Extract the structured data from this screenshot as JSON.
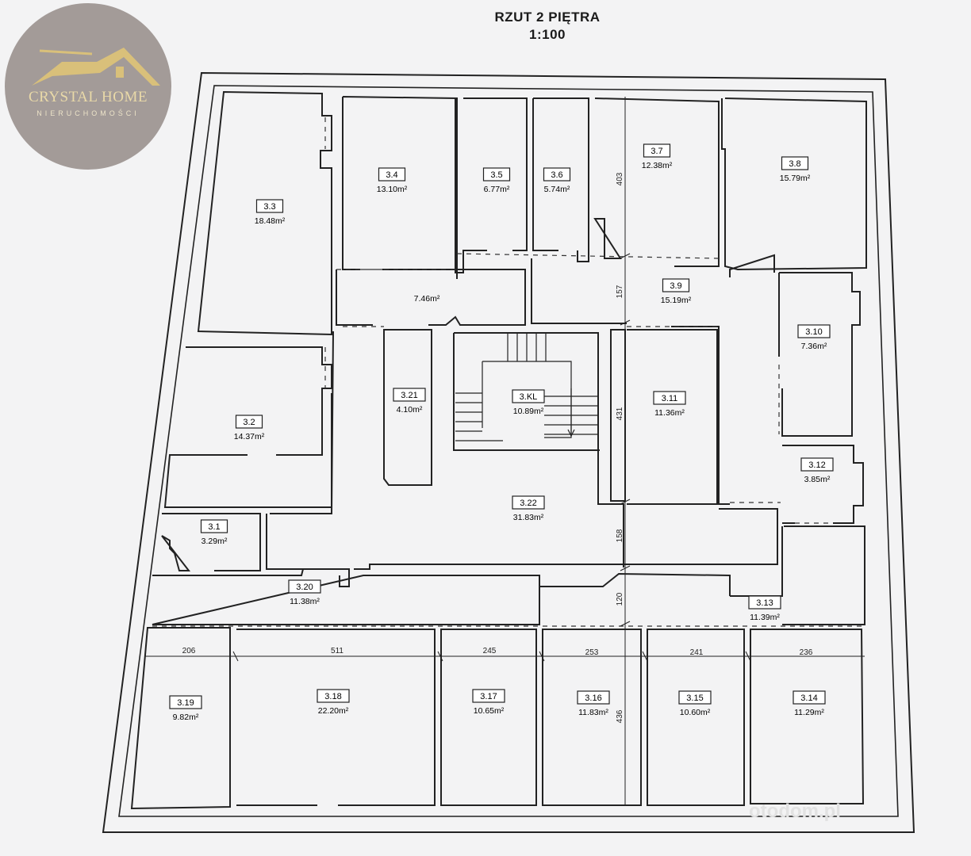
{
  "header": {
    "title": "RZUT 2 PIĘTRA",
    "scale": "1:100"
  },
  "logo": {
    "brand": "CRYSTAL HOME",
    "subtitle": "NIERUCHOMOŚCI",
    "icon": "house-roof-icon",
    "bg_color": "#a39b98",
    "gold_color": "#d9c07a"
  },
  "watermark": "otodom.pl",
  "rooms": [
    {
      "id": "3.1",
      "area": "3.29m²"
    },
    {
      "id": "3.2",
      "area": "14.37m²"
    },
    {
      "id": "3.3",
      "area": "18.48m²"
    },
    {
      "id": "3.4",
      "area": "13.10m²"
    },
    {
      "id": "3.5",
      "area": "6.77m²"
    },
    {
      "id": "3.6",
      "area": "5.74m²"
    },
    {
      "id": "3.7",
      "area": "12.38m²"
    },
    {
      "id": "3.8",
      "area": "15.79m²"
    },
    {
      "id": "3.9",
      "area": "15.19m²"
    },
    {
      "id": "3.10",
      "area": "7.36m²"
    },
    {
      "id": "3.11",
      "area": "11.36m²"
    },
    {
      "id": "3.12",
      "area": "3.85m²"
    },
    {
      "id": "3.13",
      "area": "11.39m²"
    },
    {
      "id": "3.14",
      "area": "11.29m²"
    },
    {
      "id": "3.15",
      "area": "10.60m²"
    },
    {
      "id": "3.16",
      "area": "11.83m²"
    },
    {
      "id": "3.17",
      "area": "10.65m²"
    },
    {
      "id": "3.18",
      "area": "22.20m²"
    },
    {
      "id": "3.19",
      "area": "9.82m²"
    },
    {
      "id": "3.20",
      "area": "11.38m²"
    },
    {
      "id": "3.21",
      "area": "4.10m²"
    },
    {
      "id": "3.22",
      "area": "31.83m²"
    },
    {
      "id": "3.KL",
      "area": "10.89m²"
    },
    {
      "id": "",
      "area": "7.46m²"
    }
  ],
  "dimensions": {
    "horizontal": [
      "206",
      "511",
      "245",
      "253",
      "241",
      "236"
    ],
    "vertical": [
      "403",
      "157",
      "431",
      "158",
      "120",
      "436"
    ]
  }
}
